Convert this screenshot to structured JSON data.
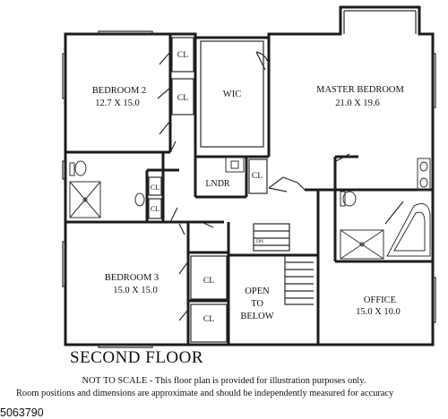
{
  "title": "SECOND FLOOR",
  "disclaimer": [
    "NOT TO SCALE - This floor plan is provided for illustration purposes only.",
    "Room positions and dimensions are approximate and should be independently measured for accuracy"
  ],
  "listing_id": "5063790",
  "rooms": {
    "bedroom2": {
      "name": "BEDROOM 2",
      "dims": "12.7 X 15.0"
    },
    "master": {
      "name": "MASTER BEDROOM",
      "dims": "21.0 X 19.6"
    },
    "bedroom3": {
      "name": "BEDROOM 3",
      "dims": "15.0 X 15.0"
    },
    "office": {
      "name": "OFFICE",
      "dims": "15.0 X 10.0"
    },
    "wic": {
      "name": "WIC"
    },
    "laundry": {
      "name": "LNDR"
    },
    "open_to_below": {
      "lines": [
        "OPEN",
        "TO",
        "BELOW"
      ]
    }
  },
  "closet_label": "CL",
  "stair_label": "DN"
}
